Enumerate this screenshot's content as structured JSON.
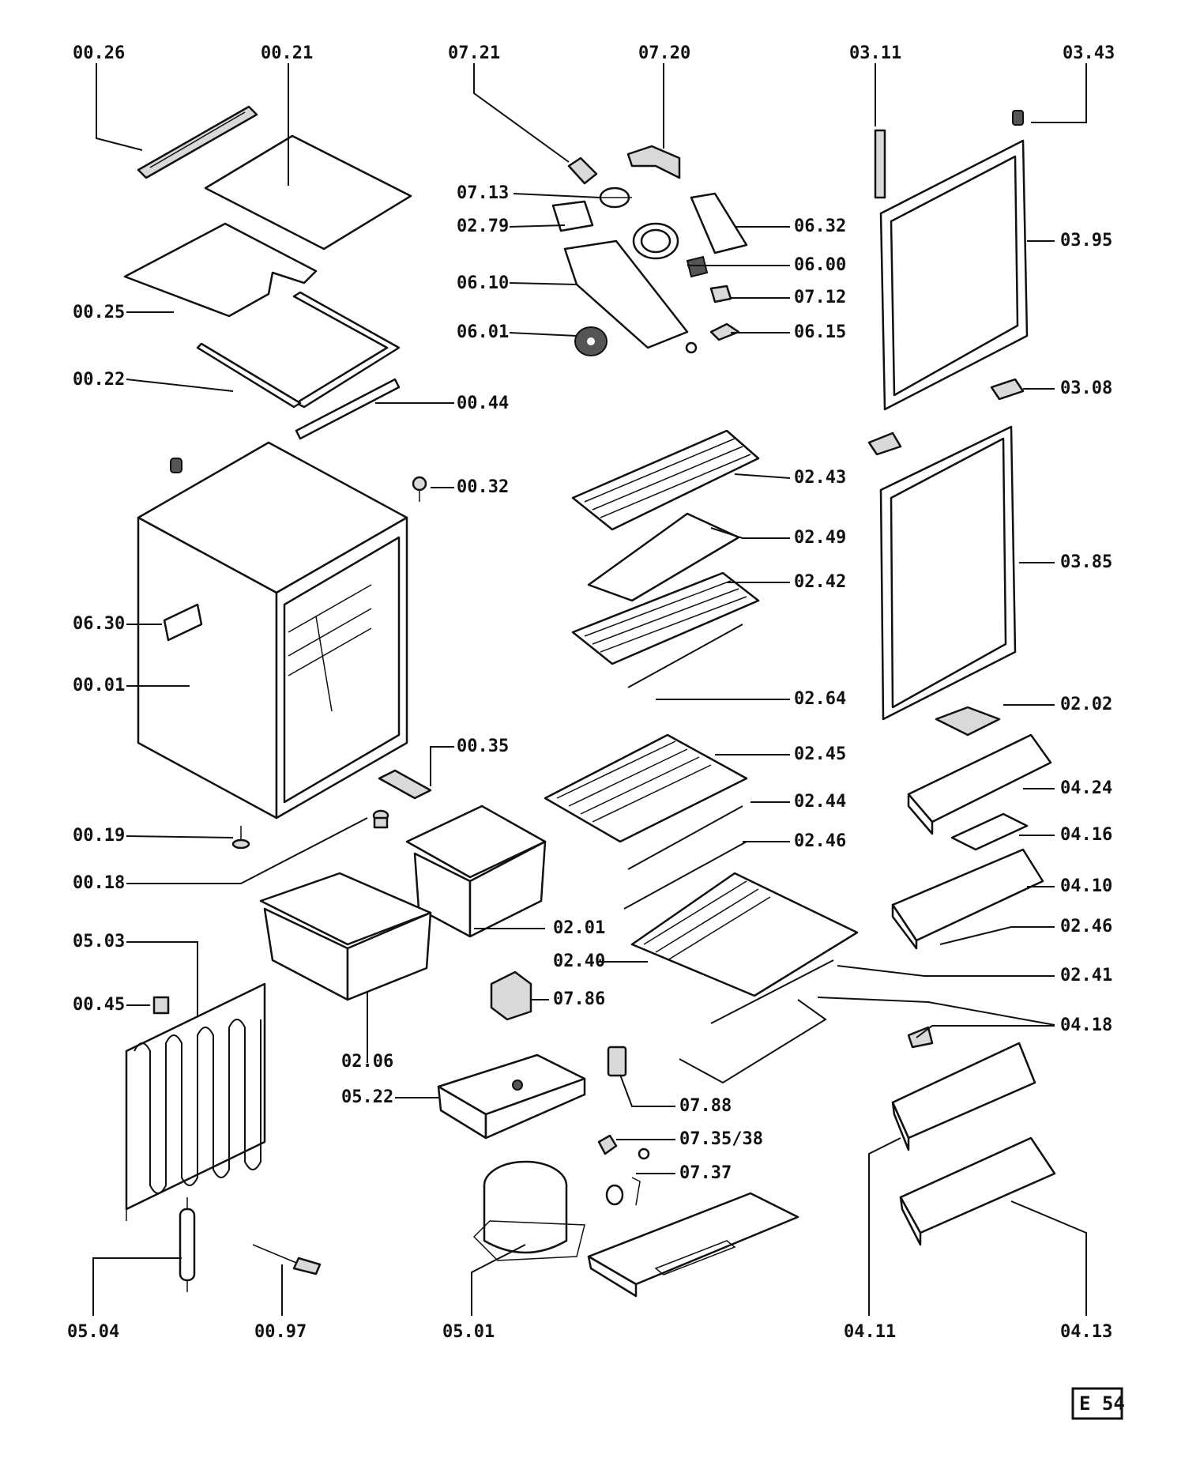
{
  "page_code": "E 54",
  "labels": {
    "l0026": "00.26",
    "l0021": "00.21",
    "l0721": "07.21",
    "l0720": "07.20",
    "l0311": "03.11",
    "l0343": "03.43",
    "l0713": "07.13",
    "l0279": "02.79",
    "l0632": "06.32",
    "l0395": "03.95",
    "l0600": "06.00",
    "l0610": "06.10",
    "l0712": "07.12",
    "l0025": "00.25",
    "l0601": "06.01",
    "l0615": "06.15",
    "l0022": "00.22",
    "l0308": "03.08",
    "l0044": "00.44",
    "l0032": "00.32",
    "l0243": "02.43",
    "l0249": "02.49",
    "l0242": "02.42",
    "l0385": "03.85",
    "l0630": "06.30",
    "l0001": "00.01",
    "l0264": "02.64",
    "l0202": "02.02",
    "l0035": "00.35",
    "l0245": "02.45",
    "l0424": "04.24",
    "l0244": "02.44",
    "l0019": "00.19",
    "l0246a": "02.46",
    "l0416": "04.16",
    "l0018": "00.18",
    "l0410": "04.10",
    "l0246b": "02.46",
    "l0201": "02.01",
    "l0503": "05.03",
    "l0240": "02.40",
    "l0241": "02.41",
    "l0045": "00.45",
    "l0786": "07.86",
    "l0418": "04.18",
    "l0206": "02.06",
    "l0522": "05.22",
    "l0788": "07.88",
    "l0735": "07.35/38",
    "l0737": "07.37",
    "l0504": "05.04",
    "l0097": "00.97",
    "l0501": "05.01",
    "l0411": "04.11",
    "l0413": "04.13"
  }
}
